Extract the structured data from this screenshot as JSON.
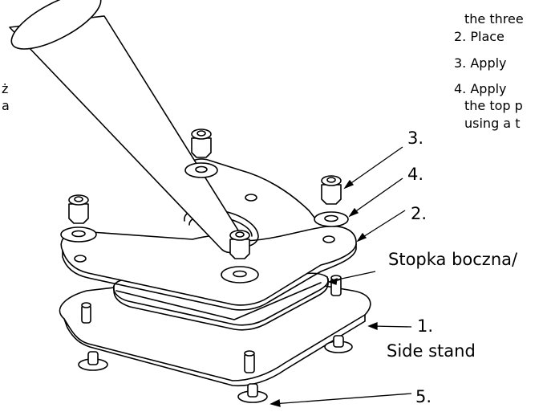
{
  "left_text": [
    "ż",
    "a"
  ],
  "instructions": [
    "the three",
    "2. Place",
    "3. Apply",
    "4. Apply",
    "the top p",
    "using a t"
  ],
  "callouts": {
    "c3": "3.",
    "c4": "4.",
    "c2": "2.",
    "stopka": "Stopka boczna/",
    "c1": "1.",
    "side_stand": "Side stand",
    "c5": "5."
  }
}
